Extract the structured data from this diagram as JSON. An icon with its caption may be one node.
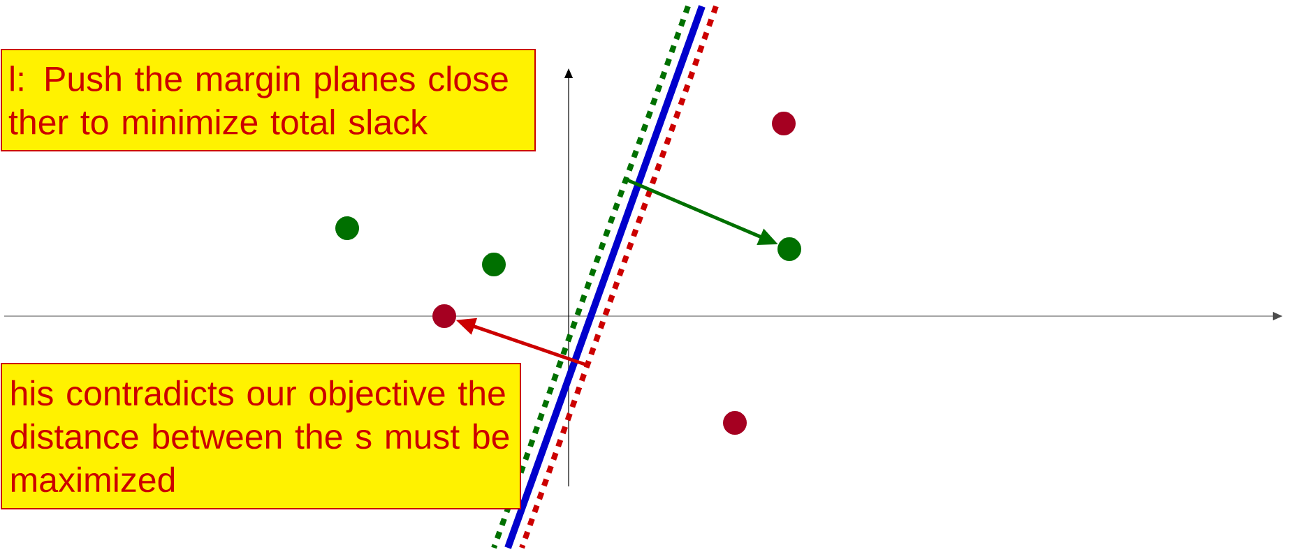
{
  "diagram": {
    "nodes": [
      {
        "text": [
          "l: Push the margin planes close ther to minimize total slack"
        ]
      },
      {
        "text": [
          "his contradicts our objective the distance between the s must be maximized"
        ]
      },
      {
        "text": [],
        "shape": "circle"
      },
      {
        "text": [],
        "shape": "circle"
      },
      {
        "text": [],
        "shape": "circle"
      },
      {
        "text": [],
        "shape": "circle"
      },
      {
        "text": [],
        "shape": "circle"
      },
      {
        "text": [],
        "shape": "circle"
      }
    ],
    "edges": [
      {
        "from": null,
        "to": 4,
        "arrow": "to",
        "color": "#007000"
      },
      {
        "from": null,
        "to": 6,
        "arrow": "to",
        "color": "#cc0000"
      }
    ]
  }
}
